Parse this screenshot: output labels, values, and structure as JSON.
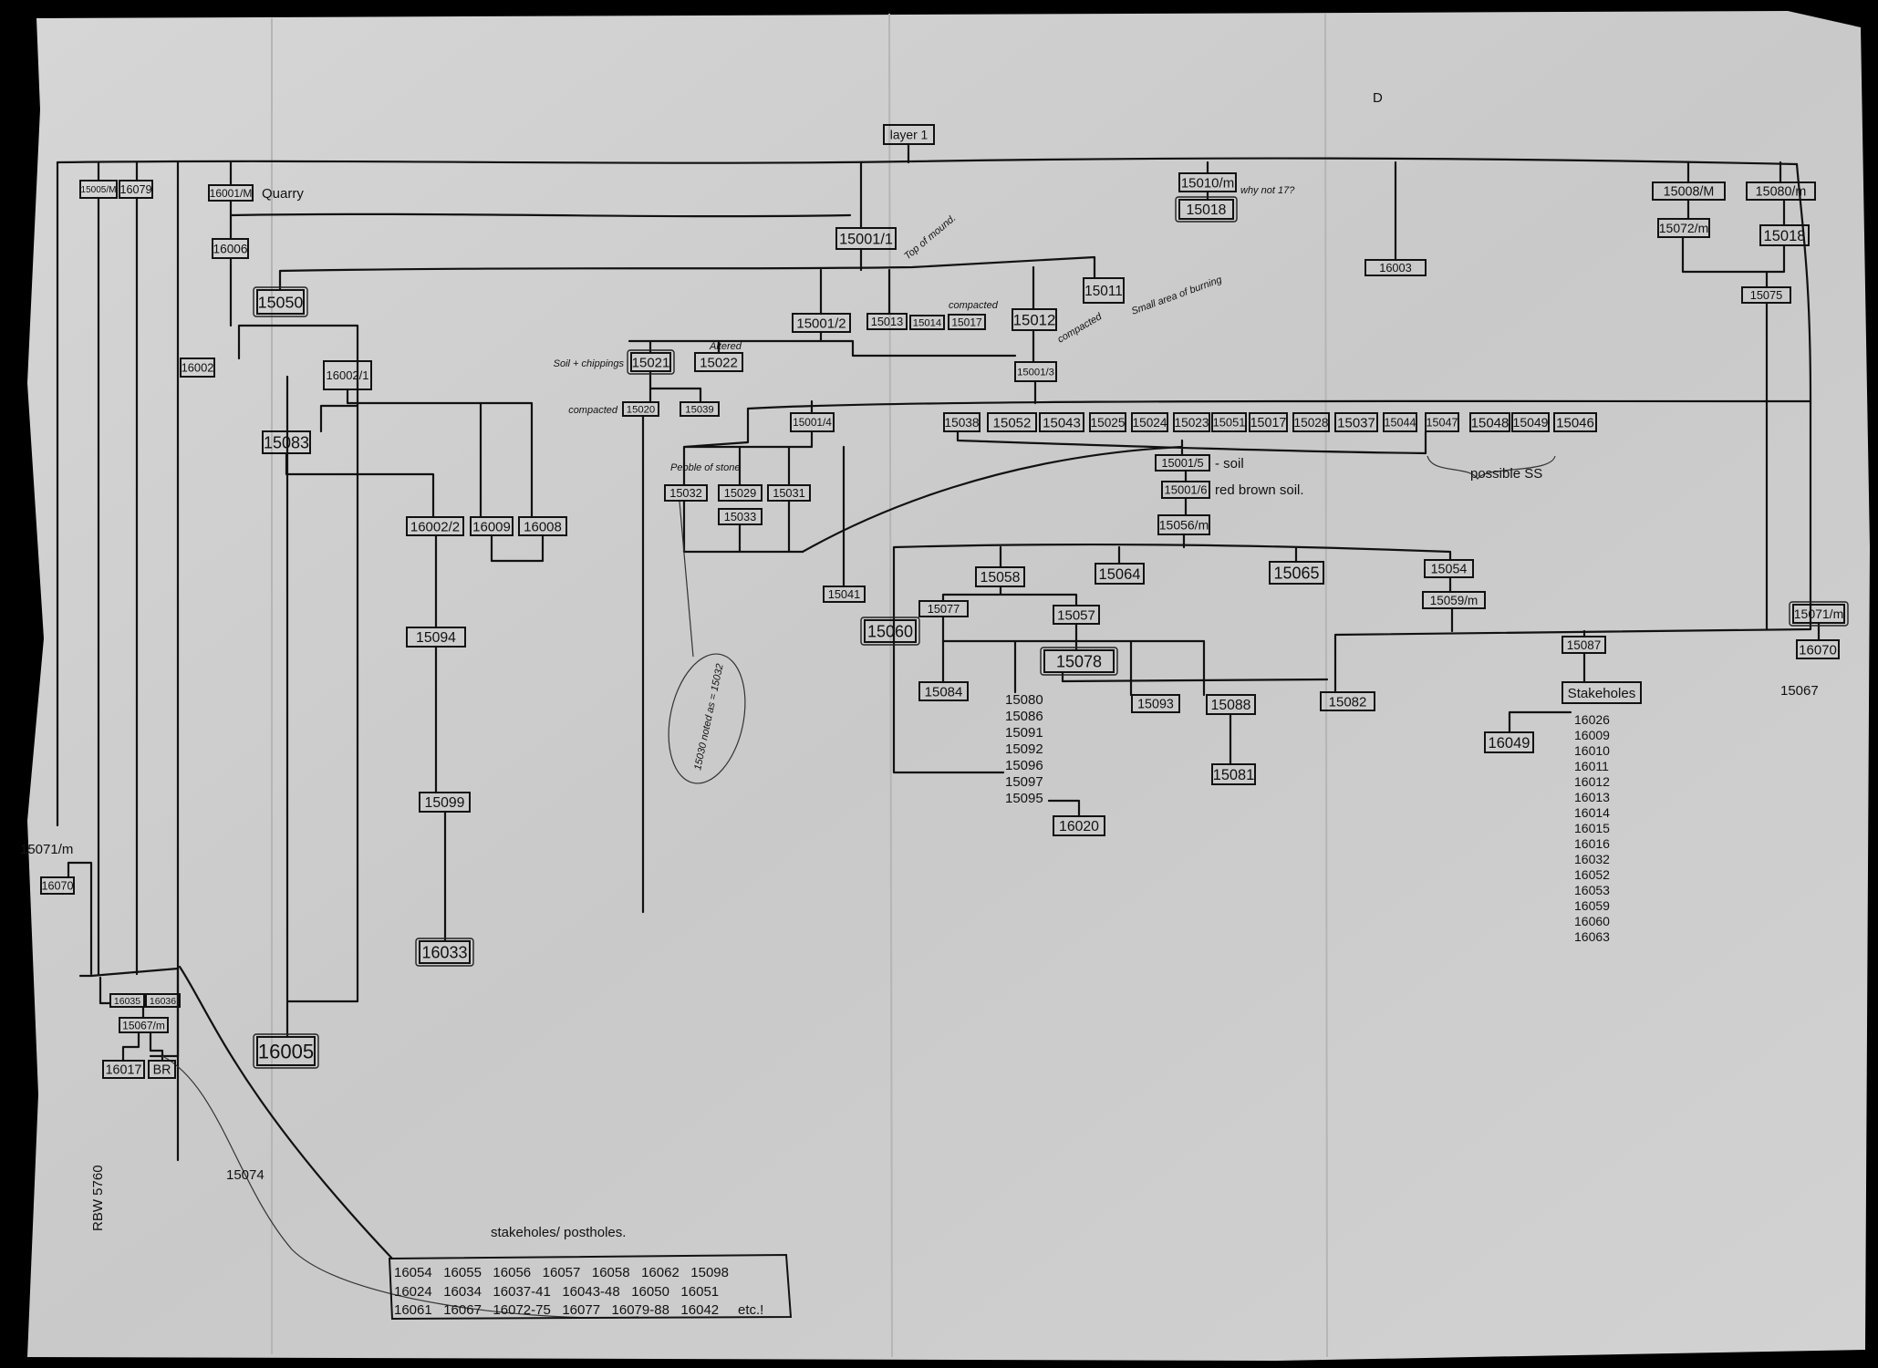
{
  "units": [
    "15005/M",
    "16079",
    "16001/M",
    "16006",
    "15050",
    "16002",
    "16002/1",
    "15083",
    "16002/2",
    "16009",
    "16008",
    "15094",
    "15099",
    "16033",
    "16005",
    "16070",
    "16035",
    "16036",
    "15067/m",
    "16017",
    "BR",
    "layer 1",
    "15001/1",
    "15001/2",
    "15013",
    "15014",
    "15017",
    "15012",
    "15011",
    "15001/3",
    "15021",
    "15022",
    "15020",
    "15039",
    "15001/4",
    "15032",
    "15029",
    "15031",
    "15033",
    "15041",
    "15038",
    "15052",
    "15043",
    "15025",
    "15024",
    "15023",
    "15051",
    "15017",
    "15028",
    "15037",
    "15044",
    "15047",
    "15048",
    "15049",
    "15046",
    "15001/5",
    "15001/6",
    "15056/m",
    "15058",
    "15064",
    "15065",
    "15054",
    "15059/m",
    "15077",
    "15057",
    "15060",
    "15078",
    "15084",
    "15093",
    "15088",
    "15081",
    "16020",
    "15082",
    "15087",
    "Stakeholes",
    "16049",
    "15010/m",
    "15018",
    "16003",
    "15008/M",
    "15080/m",
    "15072/m",
    "15018",
    "15075",
    "15071/m",
    "16070"
  ],
  "notes": {
    "quarry": "Quarry",
    "top_of_mound": "Top of mound.",
    "compacted_a": "compacted",
    "compacted_b": "compacted",
    "compacted_c": "compacted",
    "small_burning": "Small area of burning",
    "soil_chippings": "Soil + chippings",
    "altered": "Altered",
    "pebble": "Pebble of stone",
    "why_not": "why not 17?",
    "note_15030": "15030 noted as = 15032",
    "soil": "- soil",
    "red_brown": "red brown soil.",
    "possible_ss": "possible SS",
    "unit_15071m_left": "15071/m",
    "unit_15074": "15074",
    "unit_15067": "15067",
    "sheet_ref": "RBW 5760",
    "corner_letter": "D",
    "stakeholes_heading": "stakeholes/ postholes."
  },
  "left_list": [
    "15080",
    "15086",
    "15091",
    "15092",
    "15096",
    "15097",
    "15095"
  ],
  "stakehole_list": [
    "16026",
    "16009",
    "16010",
    "16011",
    "16012",
    "16013",
    "16014",
    "16015",
    "16016",
    "16032",
    "16052",
    "16053",
    "16059",
    "16060",
    "16063"
  ],
  "stakeholes_box": {
    "row1": "16054   16055   16056   16057   16058   16062   15098",
    "row2": "16024   16034   16037-41   16043-48   16050   16051",
    "row3": "16061   16067   16072-75   16077   16079-88   16042     etc.!"
  }
}
